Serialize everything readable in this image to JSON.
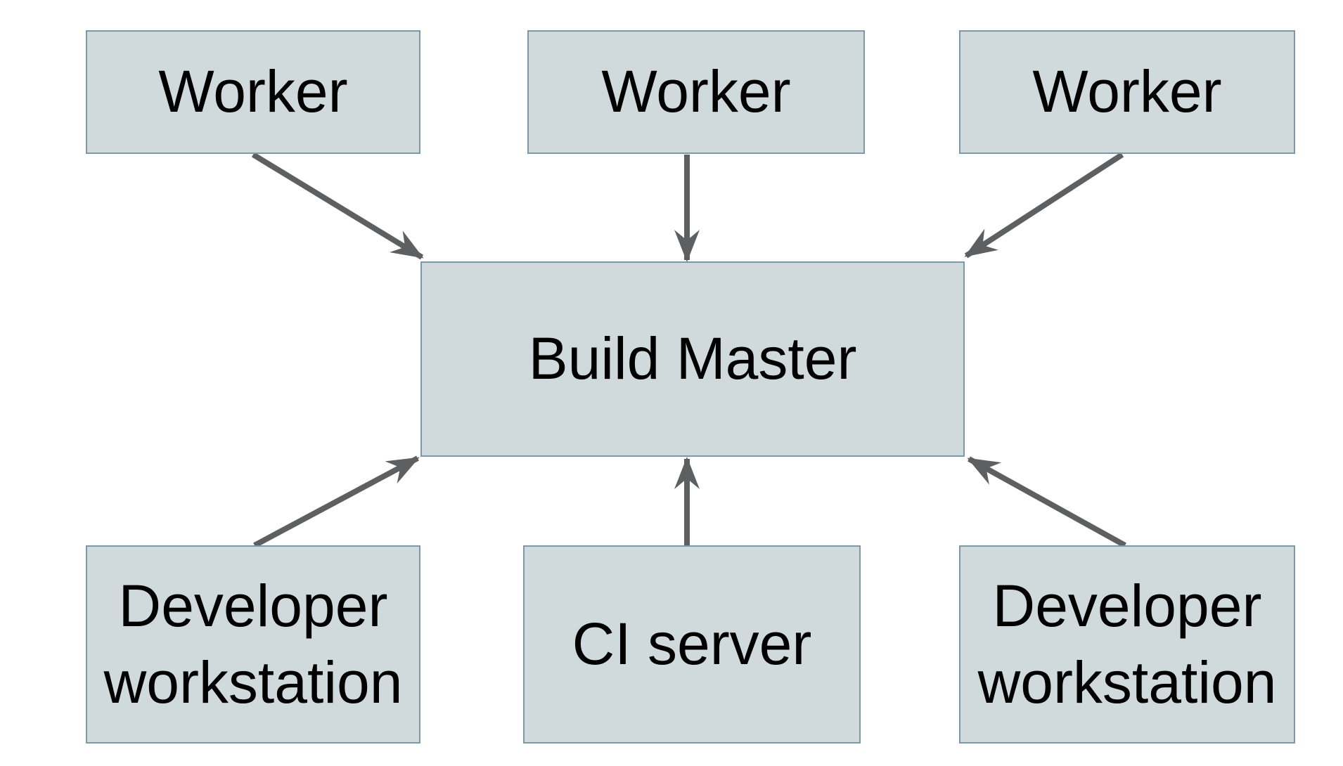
{
  "diagram": {
    "colors": {
      "background": "#ffffff",
      "node_fill": "#d0d9db",
      "node_border": "#7d99a6",
      "arrow": "#5e5f61",
      "text": "#000000"
    },
    "nodes": {
      "worker_1": {
        "label": "Worker"
      },
      "worker_2": {
        "label": "Worker"
      },
      "worker_3": {
        "label": "Worker"
      },
      "build_master": {
        "label": "Build Master"
      },
      "dev_workstation_left": {
        "label": "Developer workstation"
      },
      "ci_server": {
        "label": "CI server"
      },
      "dev_workstation_right": {
        "label": "Developer workstation"
      }
    },
    "edges": [
      {
        "from": "worker_1",
        "to": "build_master"
      },
      {
        "from": "worker_2",
        "to": "build_master"
      },
      {
        "from": "worker_3",
        "to": "build_master"
      },
      {
        "from": "dev_workstation_left",
        "to": "build_master"
      },
      {
        "from": "ci_server",
        "to": "build_master"
      },
      {
        "from": "dev_workstation_right",
        "to": "build_master"
      }
    ]
  }
}
